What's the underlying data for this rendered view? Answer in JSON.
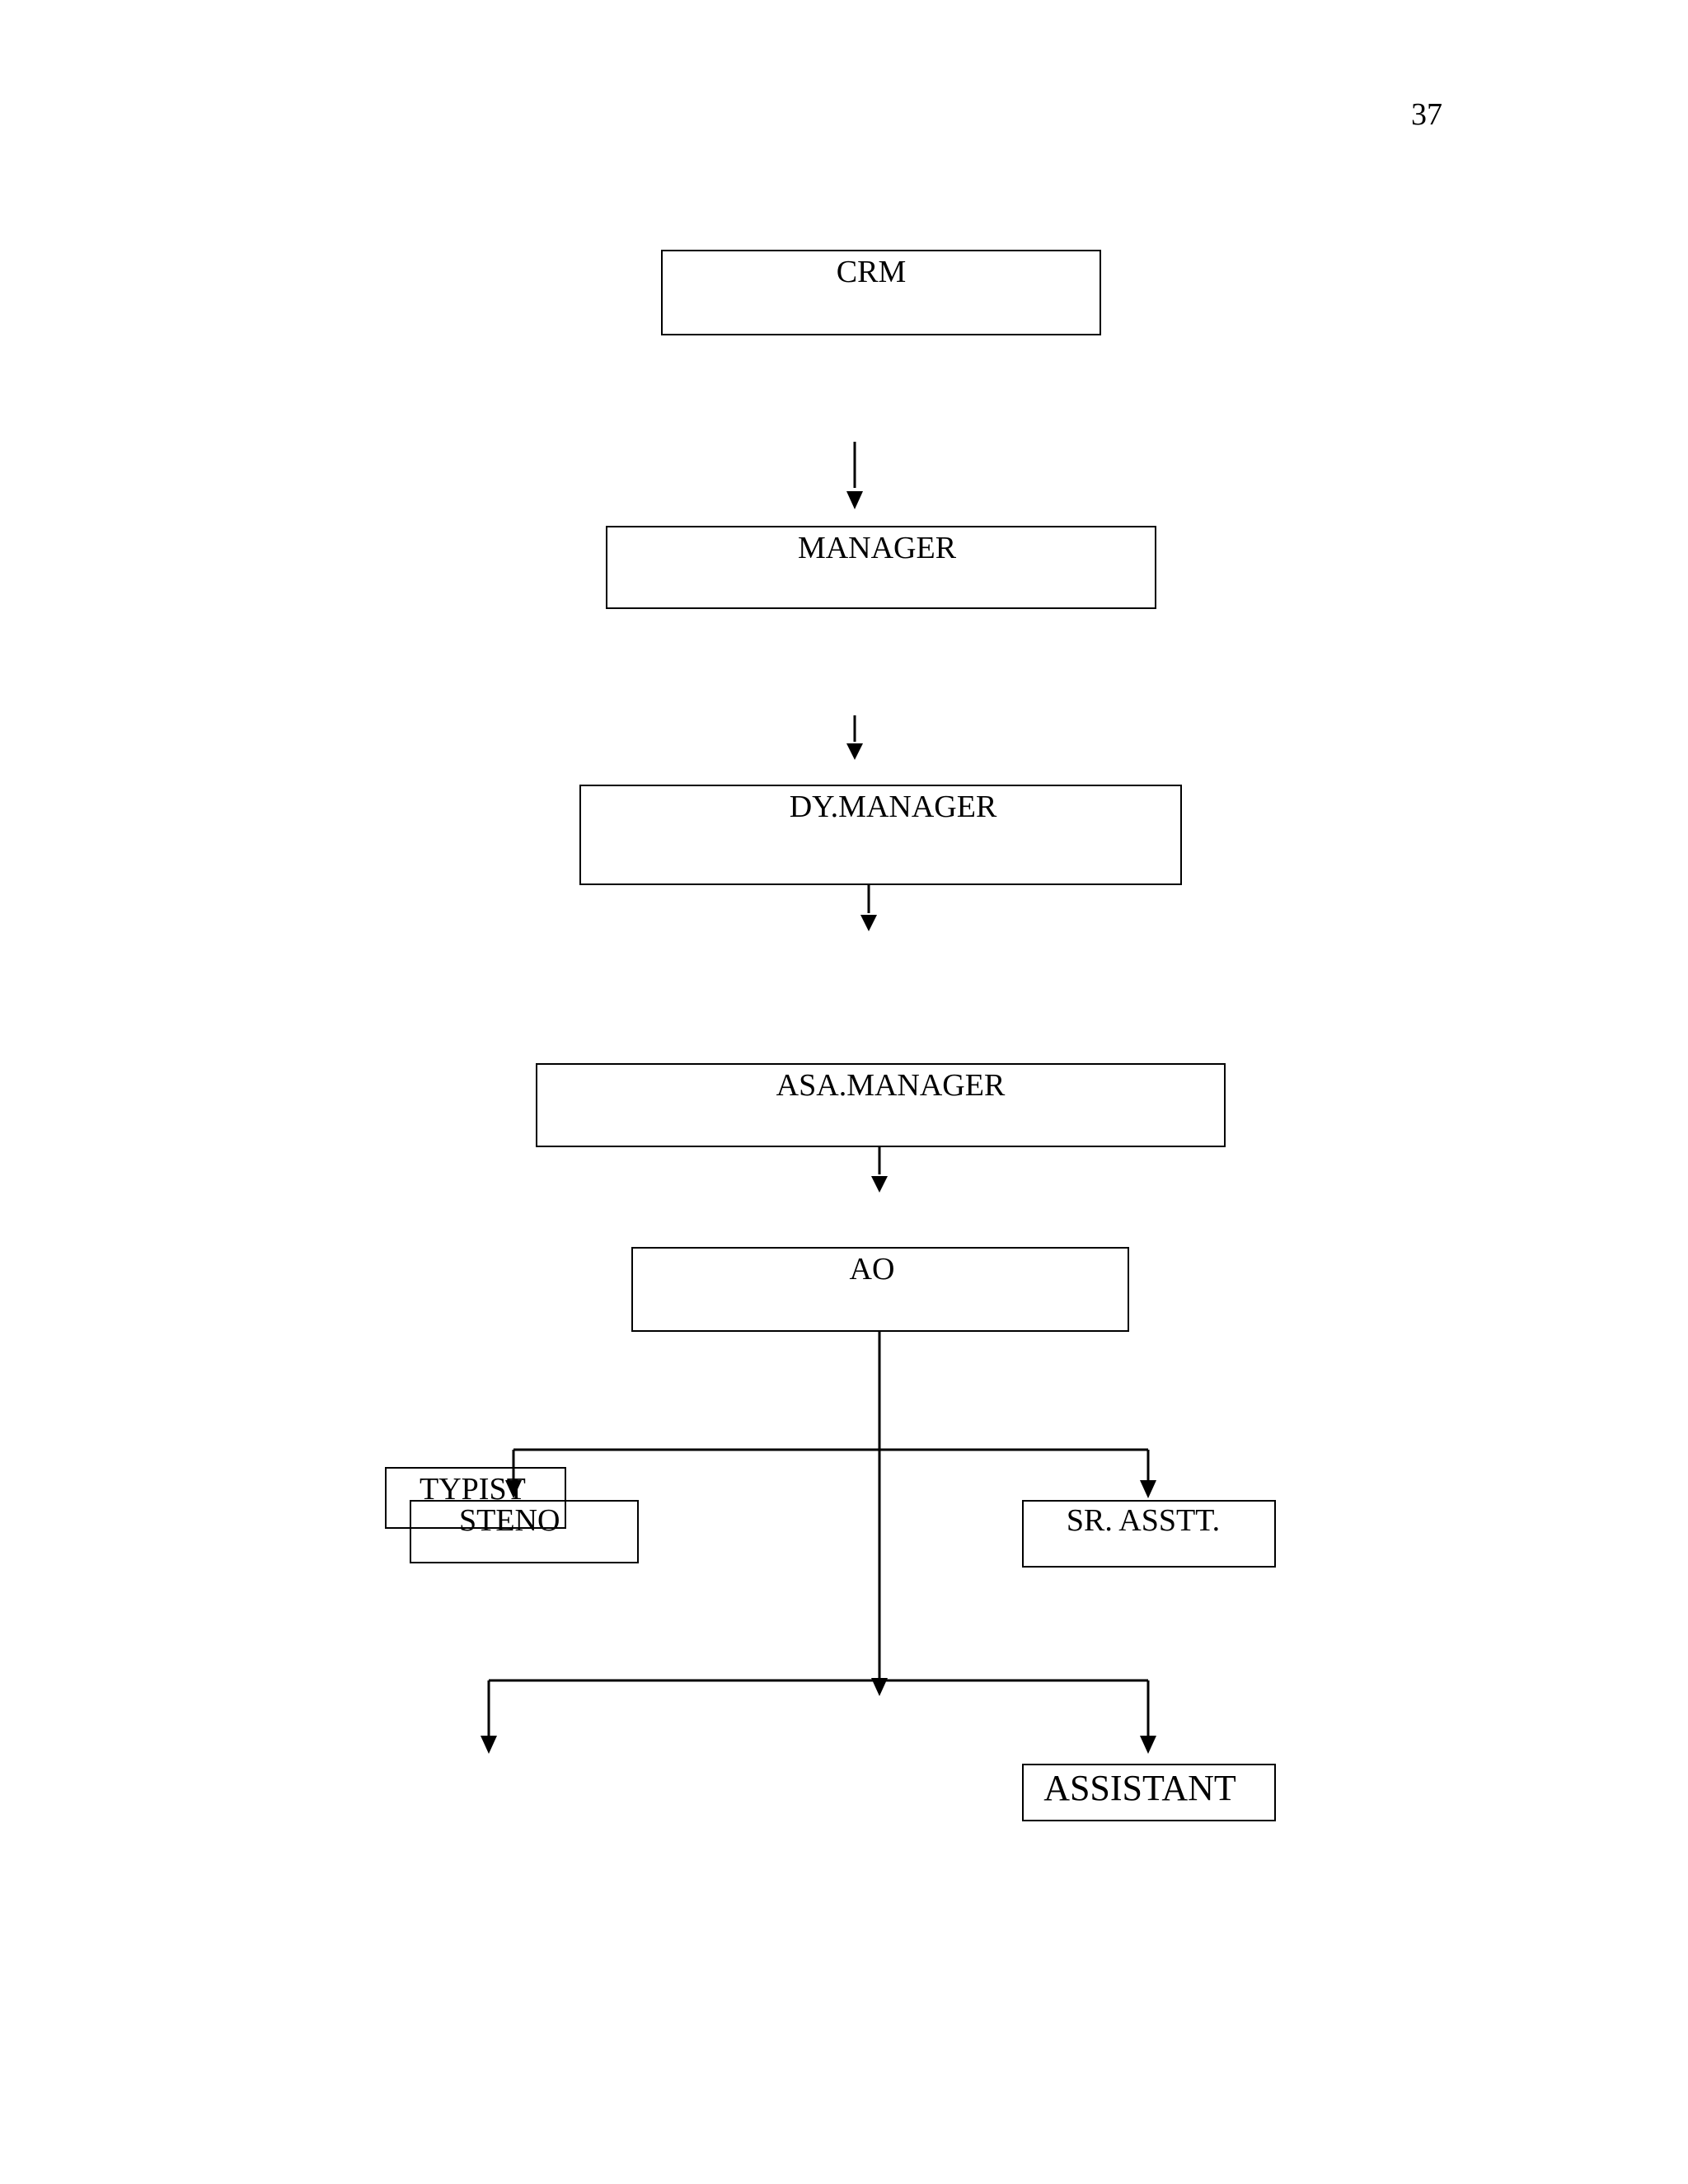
{
  "page": {
    "number": "37"
  },
  "org_chart": {
    "nodes": {
      "crm": "CRM",
      "manager": "MANAGER",
      "dy_manager": "DY.MANAGER",
      "asa_manager": "ASA.MANAGER",
      "ao": "AO",
      "typist": "TYPIST",
      "steno": "STENO",
      "sr_asstt": "SR. ASSTT.",
      "assistant": "ASSISTANT"
    }
  }
}
